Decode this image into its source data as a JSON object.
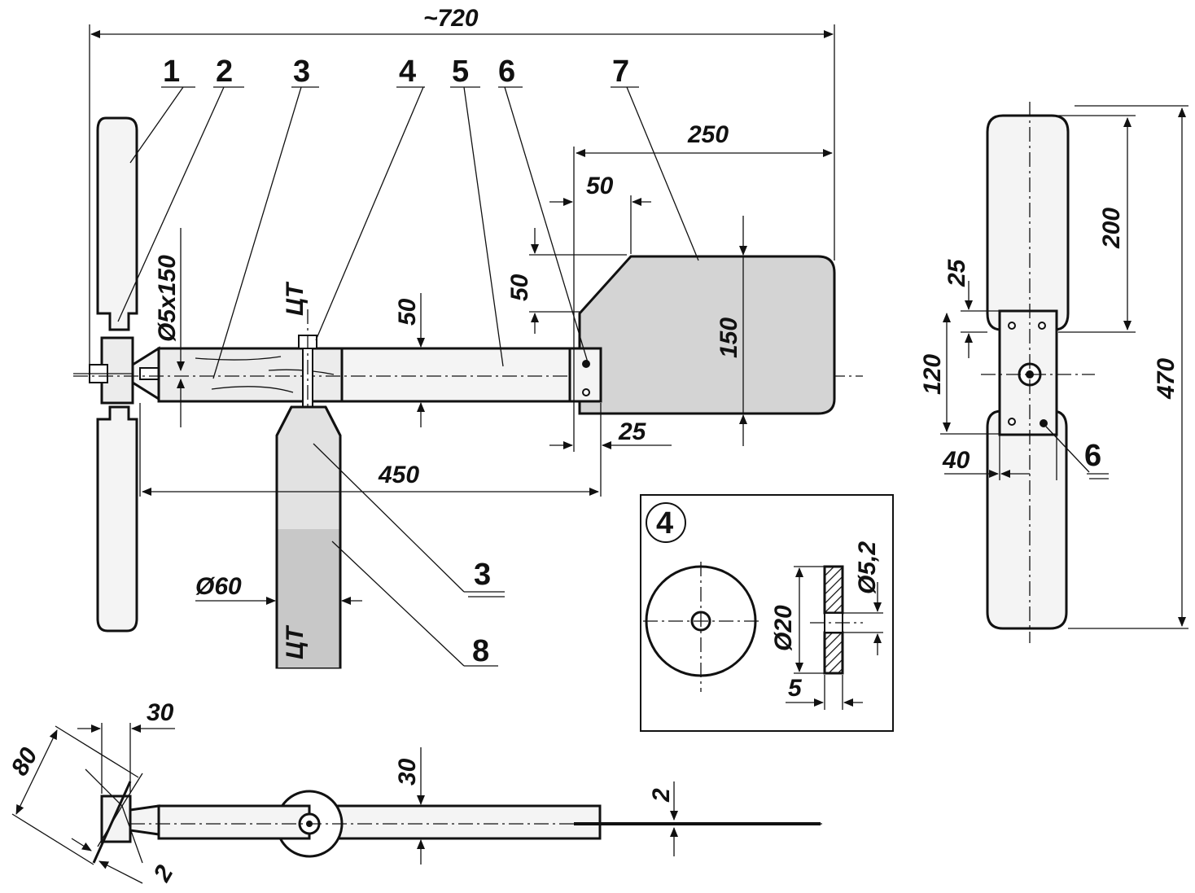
{
  "callouts": {
    "c1": "1",
    "c2": "2",
    "c3": "3",
    "c4": "4",
    "c5": "5",
    "c6": "6",
    "c7": "7",
    "c3b": "3",
    "c8": "8",
    "c6b": "6",
    "detail": "4"
  },
  "labels": {
    "center_of_gravity": "ЦТ"
  },
  "dimensions": {
    "total_length": "~720",
    "vane_length": "250",
    "vane_chamfer_w": "50",
    "vane_chamfer_h": "50",
    "boom_width": "50",
    "vane_height": "150",
    "vane_overlap": "25",
    "boom_length": "450",
    "axle": "Ø5x150",
    "mast_diameter": "Ø60",
    "washer_outer": "Ø20",
    "washer_hole": "Ø5,2",
    "washer_thickness": "5",
    "blade_length": "200",
    "blade_gap": "25",
    "hub_height": "120",
    "total_span": "470",
    "hub_width": "40",
    "side_blade_width": "30",
    "side_blade_length": "80",
    "side_blade_thickness": "2",
    "side_boom_height": "30",
    "vane_thickness": "2"
  },
  "colors": {
    "line": "#111111",
    "fill_light": "#f4f4f4",
    "fill_shaded": "#d4d4d4",
    "background": "#ffffff"
  }
}
